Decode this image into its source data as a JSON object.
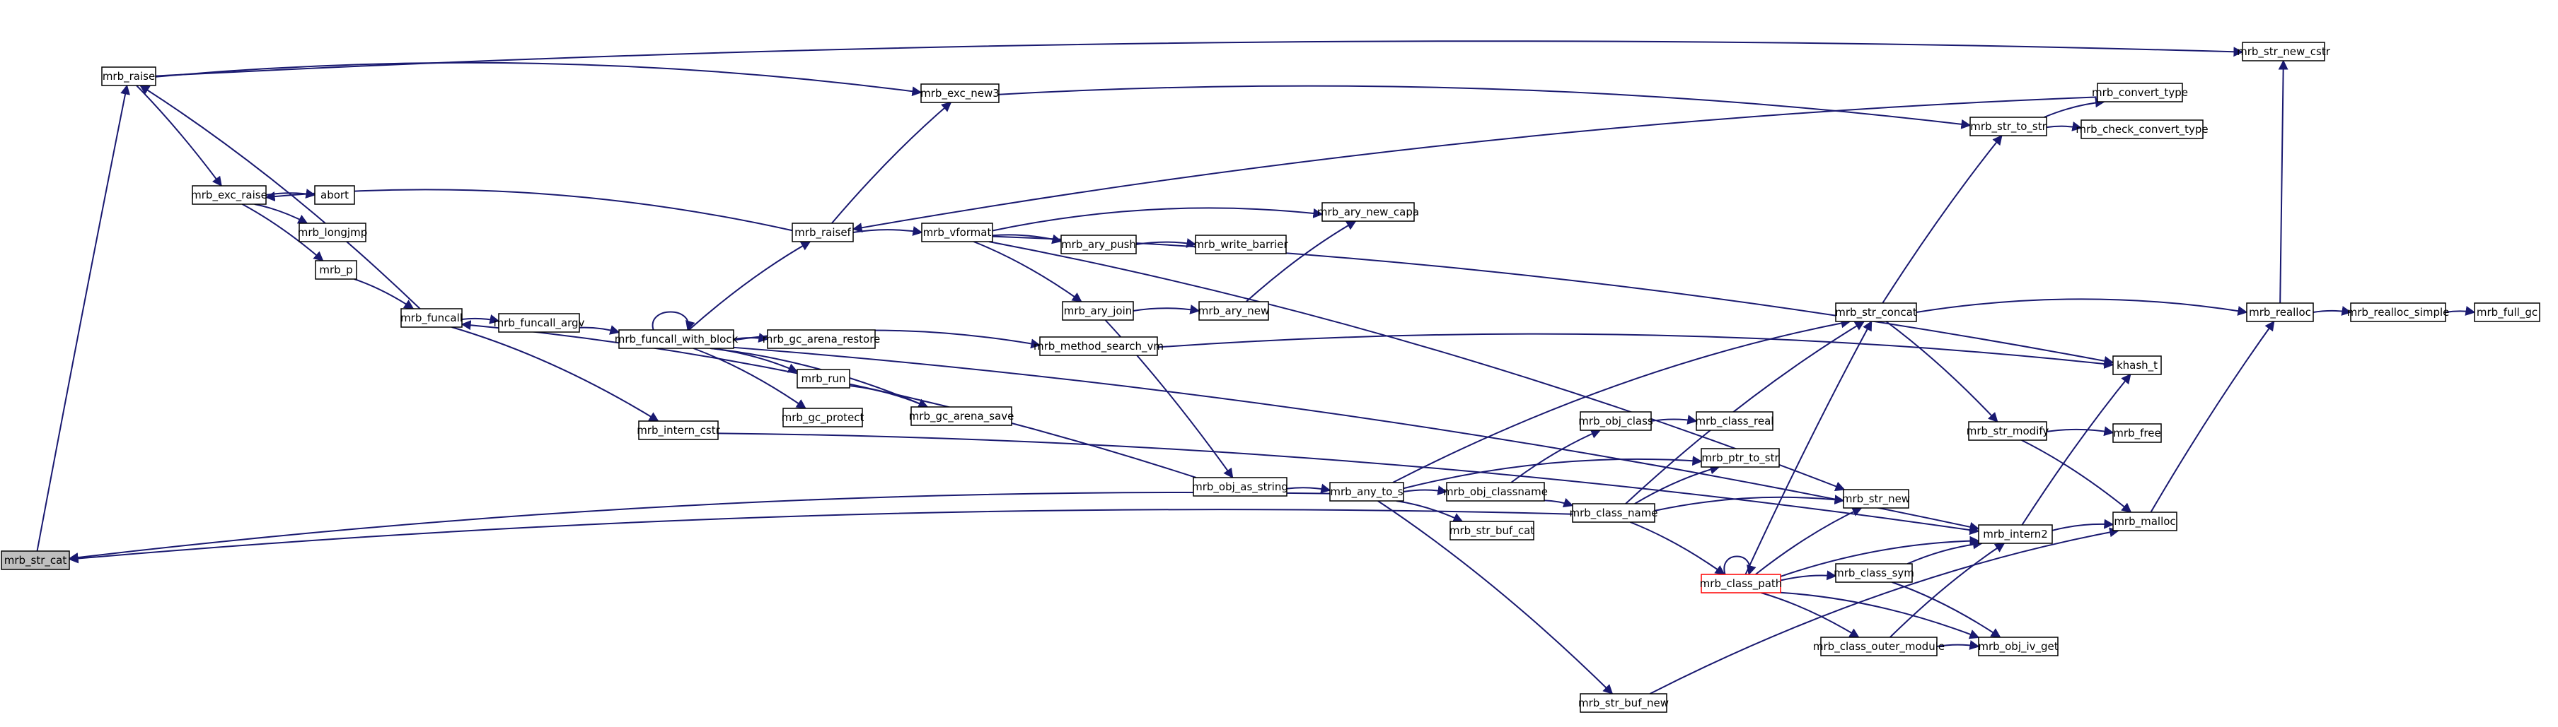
{
  "graph": {
    "root": "mrb_str_cat",
    "nodes": [
      {
        "id": "mrb_str_cat",
        "label": "mrb_str_cat",
        "root": true
      },
      {
        "id": "mrb_raise",
        "label": "mrb_raise"
      },
      {
        "id": "mrb_exc_new3",
        "label": "mrb_exc_new3"
      },
      {
        "id": "mrb_str_new_cstr",
        "label": "mrb_str_new_cstr"
      },
      {
        "id": "mrb_convert_type",
        "label": "mrb_convert_type"
      },
      {
        "id": "mrb_str_to_str",
        "label": "mrb_str_to_str"
      },
      {
        "id": "mrb_check_convert_type",
        "label": "mrb_check_convert_type"
      },
      {
        "id": "mrb_exc_raise",
        "label": "mrb_exc_raise"
      },
      {
        "id": "abort",
        "label": "abort"
      },
      {
        "id": "mrb_longjmp",
        "label": "mrb_longjmp"
      },
      {
        "id": "mrb_p",
        "label": "mrb_p"
      },
      {
        "id": "mrb_raisef",
        "label": "mrb_raisef"
      },
      {
        "id": "mrb_vformat",
        "label": "mrb_vformat"
      },
      {
        "id": "mrb_ary_new_capa",
        "label": "mrb_ary_new_capa"
      },
      {
        "id": "mrb_ary_push",
        "label": "mrb_ary_push"
      },
      {
        "id": "mrb_write_barrier",
        "label": "mrb_write_barrier"
      },
      {
        "id": "mrb_funcall",
        "label": "mrb_funcall"
      },
      {
        "id": "mrb_funcall_argv",
        "label": "mrb_funcall_argv"
      },
      {
        "id": "mrb_funcall_with_block",
        "label": "mrb_funcall_with_block"
      },
      {
        "id": "mrb_gc_arena_restore",
        "label": "mrb_gc_arena_restore"
      },
      {
        "id": "mrb_ary_join",
        "label": "mrb_ary_join"
      },
      {
        "id": "mrb_ary_new",
        "label": "mrb_ary_new"
      },
      {
        "id": "mrb_method_search_vm",
        "label": "mrb_method_search_vm"
      },
      {
        "id": "mrb_run",
        "label": "mrb_run"
      },
      {
        "id": "mrb_gc_protect",
        "label": "mrb_gc_protect"
      },
      {
        "id": "mrb_gc_arena_save",
        "label": "mrb_gc_arena_save"
      },
      {
        "id": "mrb_intern_cstr",
        "label": "mrb_intern_cstr"
      },
      {
        "id": "mrb_obj_as_string",
        "label": "mrb_obj_as_string"
      },
      {
        "id": "mrb_any_to_s",
        "label": "mrb_any_to_s"
      },
      {
        "id": "mrb_obj_class",
        "label": "mrb_obj_class"
      },
      {
        "id": "mrb_class_real",
        "label": "mrb_class_real"
      },
      {
        "id": "mrb_ptr_to_str",
        "label": "mrb_ptr_to_str"
      },
      {
        "id": "mrb_obj_classname",
        "label": "mrb_obj_classname"
      },
      {
        "id": "mrb_str_buf_cat",
        "label": "mrb_str_buf_cat"
      },
      {
        "id": "mrb_class_name",
        "label": "mrb_class_name"
      },
      {
        "id": "mrb_str_new",
        "label": "mrb_str_new"
      },
      {
        "id": "mrb_str_concat",
        "label": "mrb_str_concat"
      },
      {
        "id": "mrb_realloc",
        "label": "mrb_realloc"
      },
      {
        "id": "mrb_realloc_simple",
        "label": "mrb_realloc_simple"
      },
      {
        "id": "mrb_full_gc",
        "label": "mrb_full_gc"
      },
      {
        "id": "khash_t",
        "label": "khash_t"
      },
      {
        "id": "mrb_str_modify",
        "label": "mrb_str_modify"
      },
      {
        "id": "mrb_free",
        "label": "mrb_free"
      },
      {
        "id": "mrb_malloc",
        "label": "mrb_malloc"
      },
      {
        "id": "mrb_intern2",
        "label": "mrb_intern2"
      },
      {
        "id": "mrb_class_path",
        "label": "mrb_class_path",
        "truncated": true
      },
      {
        "id": "mrb_class_sym",
        "label": "mrb_class_sym"
      },
      {
        "id": "mrb_class_outer_module",
        "label": "mrb_class_outer_module"
      },
      {
        "id": "mrb_obj_iv_get",
        "label": "mrb_obj_iv_get"
      },
      {
        "id": "mrb_str_buf_new",
        "label": "mrb_str_buf_new"
      }
    ],
    "edges": [
      [
        "mrb_str_cat",
        "mrb_raise"
      ],
      [
        "mrb_raise",
        "mrb_exc_new3"
      ],
      [
        "mrb_raise",
        "mrb_str_new_cstr"
      ],
      [
        "mrb_raise",
        "mrb_exc_raise"
      ],
      [
        "mrb_exc_new3",
        "mrb_str_to_str"
      ],
      [
        "mrb_str_to_str",
        "mrb_convert_type"
      ],
      [
        "mrb_str_to_str",
        "mrb_check_convert_type"
      ],
      [
        "mrb_convert_type",
        "mrb_raisef"
      ],
      [
        "mrb_exc_raise",
        "abort"
      ],
      [
        "mrb_exc_raise",
        "mrb_longjmp"
      ],
      [
        "mrb_exc_raise",
        "mrb_p"
      ],
      [
        "mrb_p",
        "mrb_funcall"
      ],
      [
        "mrb_raisef",
        "mrb_exc_raise"
      ],
      [
        "mrb_raisef",
        "mrb_exc_new3"
      ],
      [
        "mrb_raisef",
        "mrb_vformat"
      ],
      [
        "mrb_vformat",
        "mrb_ary_new_capa"
      ],
      [
        "mrb_vformat",
        "mrb_ary_push"
      ],
      [
        "mrb_vformat",
        "mrb_ary_join"
      ],
      [
        "mrb_vformat",
        "mrb_str_new"
      ],
      [
        "mrb_vformat",
        "khash_t"
      ],
      [
        "mrb_ary_push",
        "mrb_write_barrier"
      ],
      [
        "mrb_ary_join",
        "mrb_ary_new"
      ],
      [
        "mrb_ary_join",
        "mrb_obj_as_string"
      ],
      [
        "mrb_ary_new",
        "mrb_ary_new_capa"
      ],
      [
        "mrb_funcall",
        "mrb_funcall_argv"
      ],
      [
        "mrb_funcall",
        "mrb_raise"
      ],
      [
        "mrb_funcall",
        "mrb_intern_cstr"
      ],
      [
        "mrb_funcall_argv",
        "mrb_funcall_with_block"
      ],
      [
        "mrb_funcall_with_block",
        "mrb_funcall_with_block"
      ],
      [
        "mrb_funcall_with_block",
        "mrb_raisef"
      ],
      [
        "mrb_funcall_with_block",
        "mrb_gc_arena_restore"
      ],
      [
        "mrb_funcall_with_block",
        "mrb_method_search_vm"
      ],
      [
        "mrb_funcall_with_block",
        "mrb_run"
      ],
      [
        "mrb_funcall_with_block",
        "mrb_gc_protect"
      ],
      [
        "mrb_funcall_with_block",
        "mrb_gc_arena_save"
      ],
      [
        "mrb_funcall_with_block",
        "mrb_intern2"
      ],
      [
        "mrb_run",
        "mrb_gc_arena_save"
      ],
      [
        "mrb_method_search_vm",
        "khash_t"
      ],
      [
        "mrb_intern_cstr",
        "mrb_intern2"
      ],
      [
        "mrb_obj_as_string",
        "mrb_funcall"
      ],
      [
        "mrb_obj_as_string",
        "mrb_any_to_s"
      ],
      [
        "mrb_any_to_s",
        "mrb_str_cat"
      ],
      [
        "mrb_any_to_s",
        "mrb_obj_classname"
      ],
      [
        "mrb_any_to_s",
        "mrb_ptr_to_str"
      ],
      [
        "mrb_any_to_s",
        "mrb_str_buf_cat"
      ],
      [
        "mrb_any_to_s",
        "mrb_str_concat"
      ],
      [
        "mrb_any_to_s",
        "mrb_str_buf_new"
      ],
      [
        "mrb_obj_classname",
        "mrb_obj_class"
      ],
      [
        "mrb_obj_classname",
        "mrb_class_name"
      ],
      [
        "mrb_obj_class",
        "mrb_class_real"
      ],
      [
        "mrb_class_name",
        "mrb_str_cat"
      ],
      [
        "mrb_class_name",
        "mrb_ptr_to_str"
      ],
      [
        "mrb_class_name",
        "mrb_str_new"
      ],
      [
        "mrb_class_name",
        "mrb_str_concat"
      ],
      [
        "mrb_class_name",
        "mrb_class_path"
      ],
      [
        "mrb_str_concat",
        "mrb_str_to_str"
      ],
      [
        "mrb_str_concat",
        "mrb_realloc"
      ],
      [
        "mrb_str_concat",
        "mrb_str_modify"
      ],
      [
        "mrb_realloc",
        "mrb_str_new_cstr"
      ],
      [
        "mrb_realloc",
        "mrb_realloc_simple"
      ],
      [
        "mrb_realloc_simple",
        "mrb_full_gc"
      ],
      [
        "mrb_str_modify",
        "mrb_free"
      ],
      [
        "mrb_str_modify",
        "mrb_malloc"
      ],
      [
        "mrb_malloc",
        "mrb_realloc"
      ],
      [
        "mrb_intern2",
        "mrb_malloc"
      ],
      [
        "mrb_intern2",
        "khash_t"
      ],
      [
        "mrb_class_path",
        "mrb_class_path"
      ],
      [
        "mrb_class_path",
        "mrb_str_new"
      ],
      [
        "mrb_class_path",
        "mrb_str_concat"
      ],
      [
        "mrb_class_path",
        "mrb_intern2"
      ],
      [
        "mrb_class_path",
        "mrb_class_sym"
      ],
      [
        "mrb_class_path",
        "mrb_class_outer_module"
      ],
      [
        "mrb_class_path",
        "mrb_obj_iv_get"
      ],
      [
        "mrb_class_sym",
        "mrb_intern2"
      ],
      [
        "mrb_class_sym",
        "mrb_obj_iv_get"
      ],
      [
        "mrb_class_outer_module",
        "mrb_obj_iv_get"
      ],
      [
        "mrb_class_outer_module",
        "mrb_intern2"
      ],
      [
        "mrb_str_buf_new",
        "mrb_malloc"
      ]
    ]
  }
}
